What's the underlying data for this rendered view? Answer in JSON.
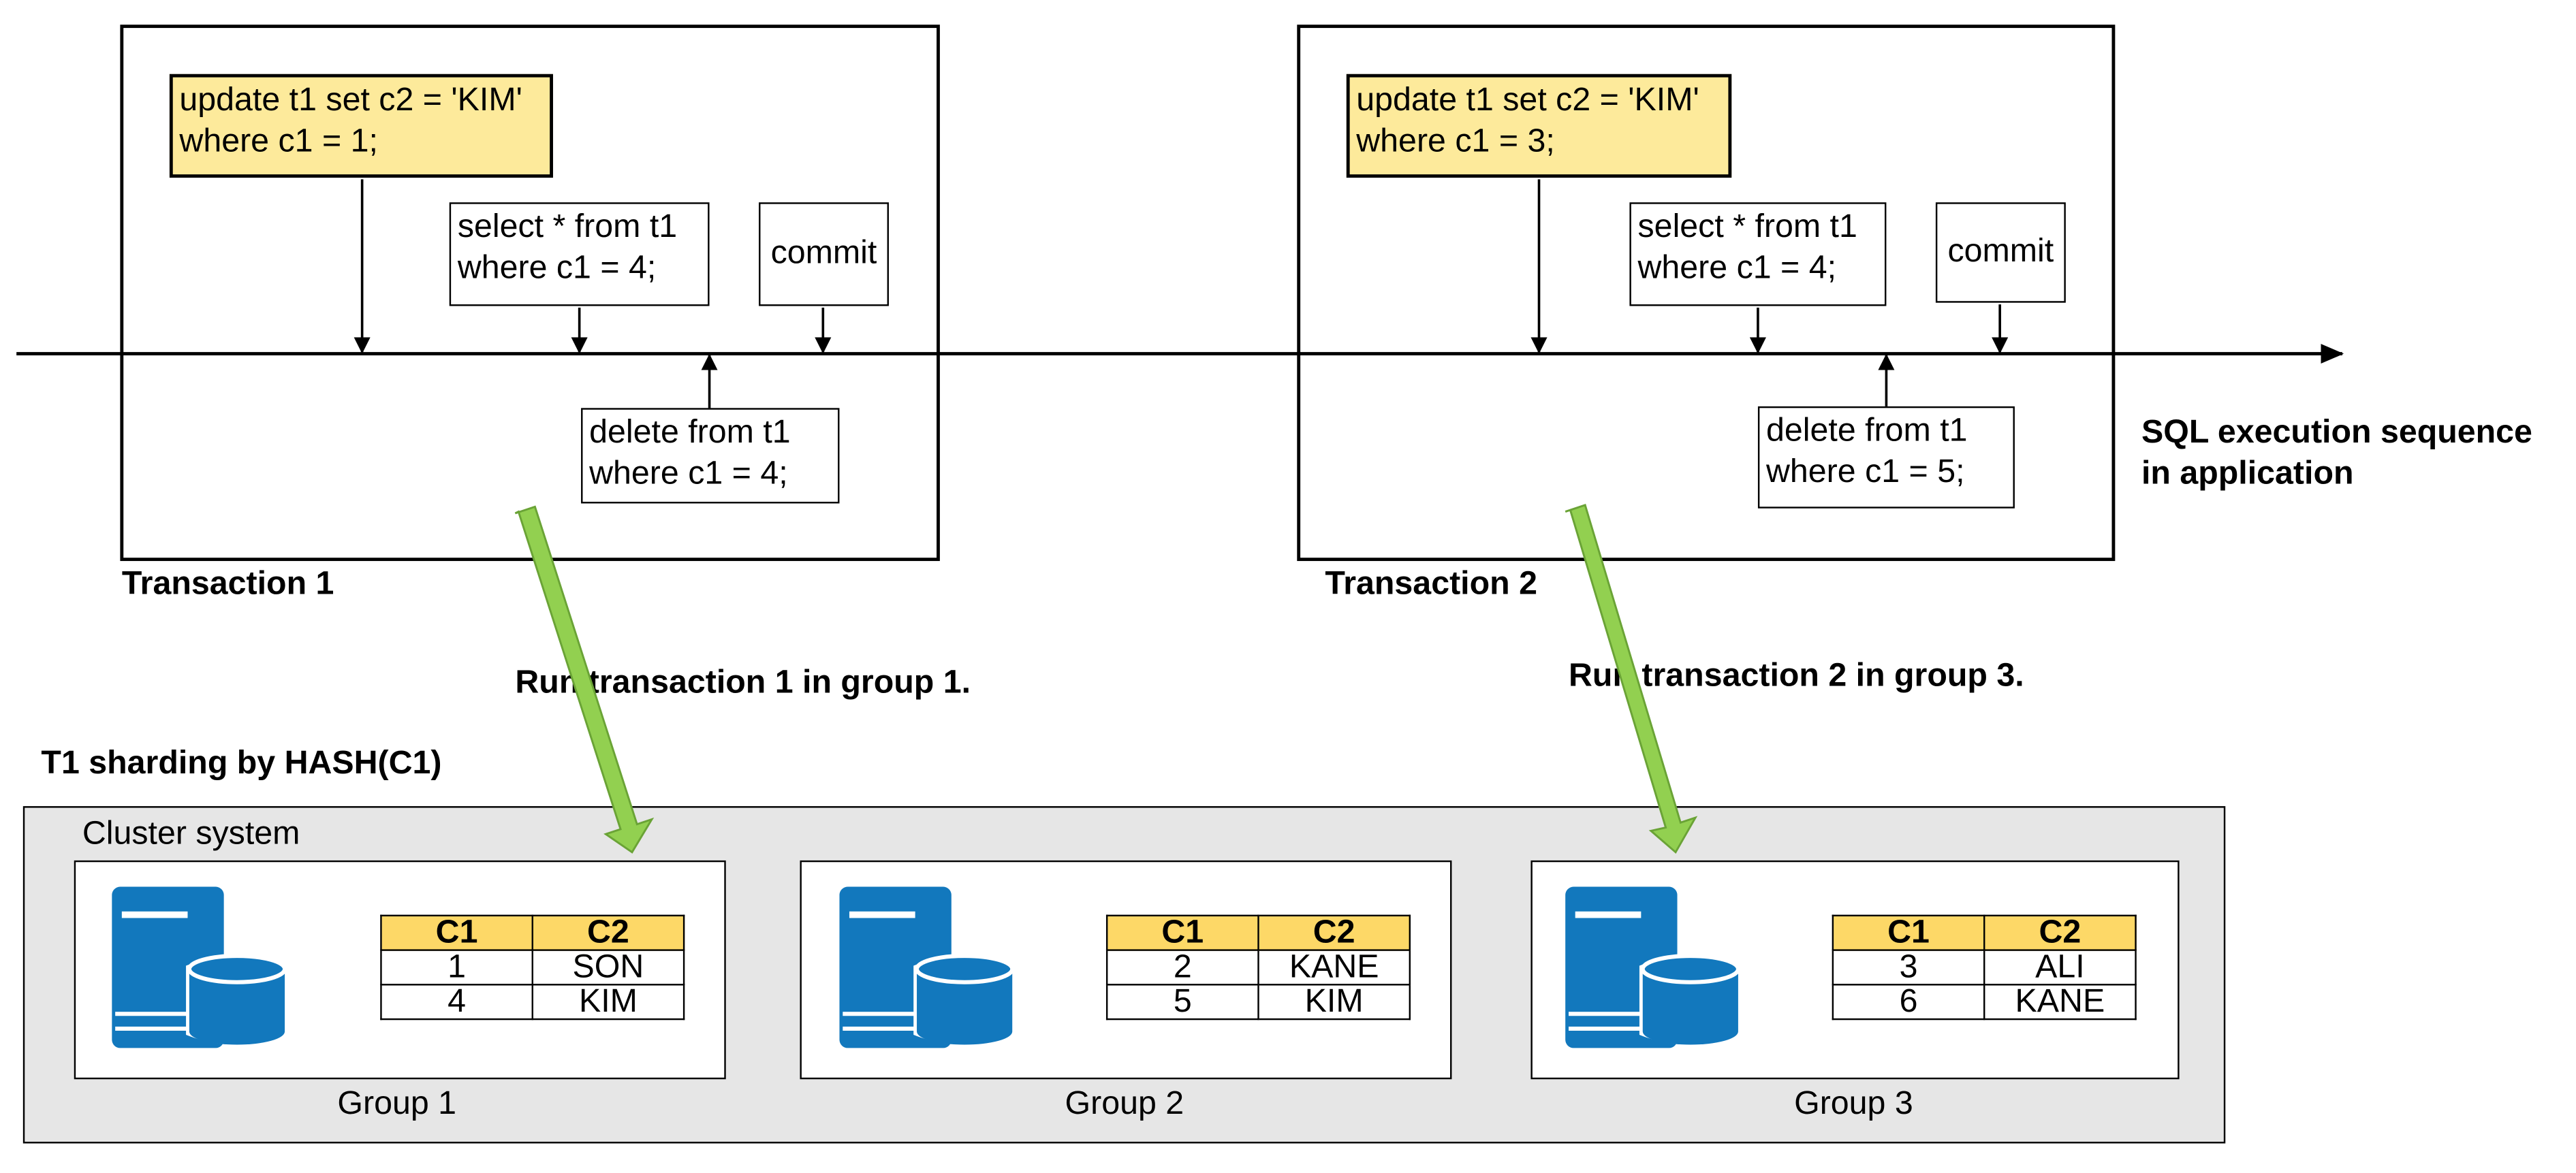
{
  "transactions": [
    {
      "label": "Transaction 1",
      "update_lines": [
        "update t1 set c2 = 'KIM'",
        "where c1 = 1;"
      ],
      "select_lines": [
        "select * from t1",
        "where c1 = 4;"
      ],
      "commit": "commit",
      "delete_lines": [
        "delete from t1",
        "where c1 = 4;"
      ],
      "run_note": "Run transaction 1 in group 1."
    },
    {
      "label": "Transaction 2",
      "update_lines": [
        "update t1 set c2 = 'KIM'",
        "where c1 = 3;"
      ],
      "select_lines": [
        "select * from t1",
        "where c1 = 4;"
      ],
      "commit": "commit",
      "delete_lines": [
        "delete from t1",
        "where c1 = 5;"
      ],
      "run_note": "Run transaction 2 in group 3."
    }
  ],
  "timeline_label": [
    "SQL execution sequence",
    "in application"
  ],
  "sharding_title": "T1 sharding by HASH(C1)",
  "cluster": {
    "label": "Cluster system",
    "groups": [
      {
        "name": "Group 1",
        "headers": [
          "C1",
          "C2"
        ],
        "rows": [
          [
            "1",
            "SON"
          ],
          [
            "4",
            "KIM"
          ]
        ]
      },
      {
        "name": "Group 2",
        "headers": [
          "C1",
          "C2"
        ],
        "rows": [
          [
            "2",
            "KANE"
          ],
          [
            "5",
            "KIM"
          ]
        ]
      },
      {
        "name": "Group 3",
        "headers": [
          "C1",
          "C2"
        ],
        "rows": [
          [
            "3",
            "ALI"
          ],
          [
            "6",
            "KANE"
          ]
        ]
      }
    ]
  },
  "colors": {
    "update_fill": "#fdea9b",
    "table_header": "#fdd867",
    "cluster_bg": "#e6e6e6",
    "server_icon": "#1278bd",
    "run_arrow": "#92d050"
  }
}
